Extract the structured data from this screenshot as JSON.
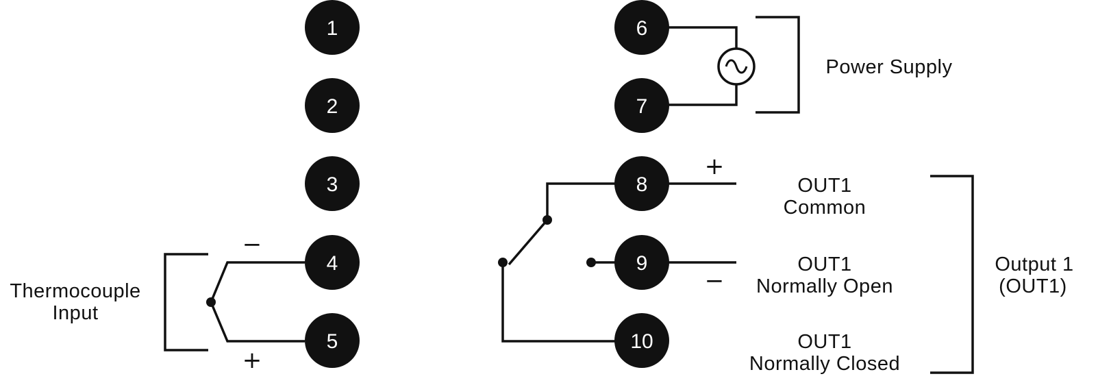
{
  "terminals": [
    "1",
    "2",
    "3",
    "4",
    "5",
    "6",
    "7",
    "8",
    "9",
    "10"
  ],
  "labels": {
    "power_supply": "Power Supply",
    "thermocouple_line1": "Thermocouple",
    "thermocouple_line2": "Input",
    "out1_common_line1": "OUT1",
    "out1_common_line2": "Common",
    "out1_no_line1": "OUT1",
    "out1_no_line2": "Normally Open",
    "out1_nc_line1": "OUT1",
    "out1_nc_line2": "Normally Closed",
    "output1_line1": "Output 1",
    "output1_line2": "(OUT1)"
  },
  "signs": {
    "thermocouple_minus": "−",
    "thermocouple_plus": "+",
    "out1_plus": "+",
    "out1_minus": "−"
  },
  "icons": {
    "ac_source": "ac-source-icon"
  },
  "colors": {
    "ink": "#111111",
    "terminal_text": "#ffffff",
    "background": "#ffffff"
  }
}
